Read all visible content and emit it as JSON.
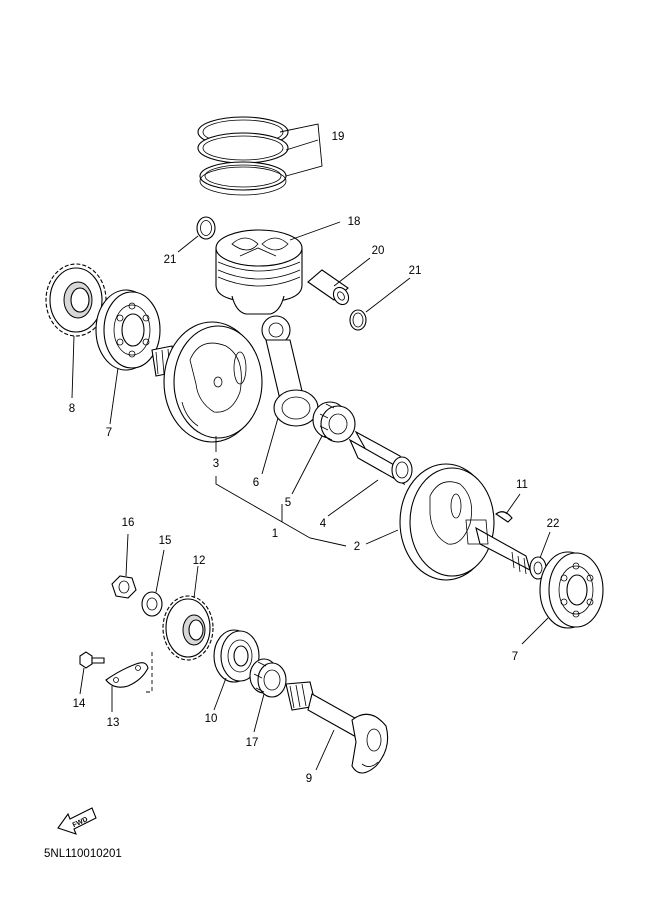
{
  "diagram": {
    "code": "5NL110010201",
    "fwd_label": "FWD",
    "callouts": {
      "c1": "1",
      "c2": "2",
      "c3": "3",
      "c4": "4",
      "c5": "5",
      "c6": "6",
      "c7a": "7",
      "c7b": "7",
      "c8": "8",
      "c9": "9",
      "c10": "10",
      "c11": "11",
      "c12": "12",
      "c13": "13",
      "c14": "14",
      "c15": "15",
      "c16": "16",
      "c17": "17",
      "c18": "18",
      "c19": "19",
      "c20": "20",
      "c21a": "21",
      "c21b": "21",
      "c22": "22"
    }
  }
}
